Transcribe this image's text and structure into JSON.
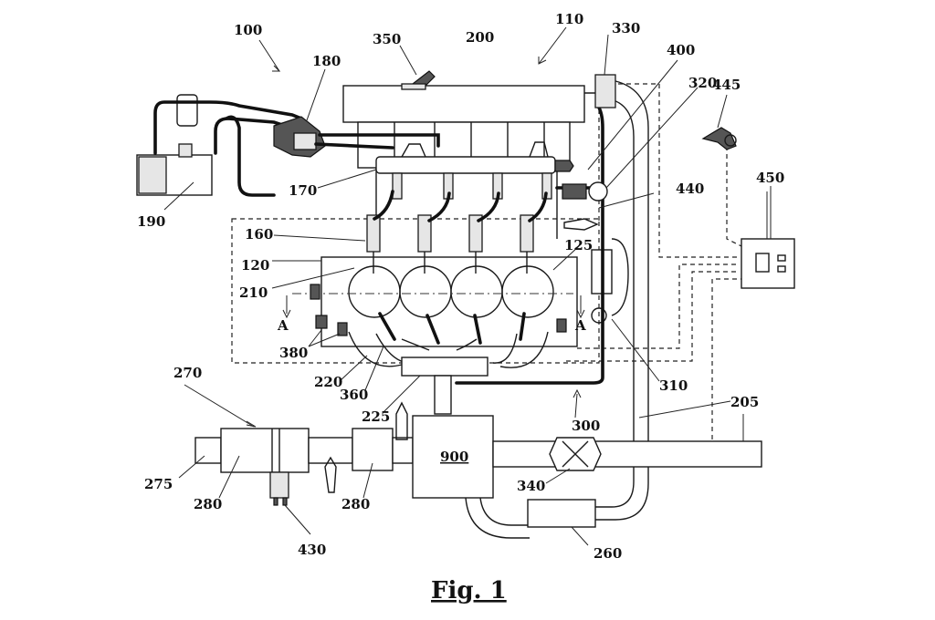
{
  "figure": {
    "caption": "Fig. 1"
  },
  "labels": {
    "l100": "100",
    "l110": "110",
    "l120": "120",
    "l125": "125",
    "l160": "160",
    "l170": "170",
    "l180": "180",
    "l190": "190",
    "l200": "200",
    "l205": "205",
    "l210": "210",
    "l220": "220",
    "l225": "225",
    "l260": "260",
    "l270": "270",
    "l275": "275",
    "l280a": "280",
    "l280b": "280",
    "l300": "300",
    "l310": "310",
    "l320": "320",
    "l330": "330",
    "l340": "340",
    "l350": "350",
    "l360": "360",
    "l380": "380",
    "l400": "400",
    "l430": "430",
    "l440": "440",
    "l445": "445",
    "l450": "450",
    "l900": "900",
    "sectionA_left": "A",
    "sectionA_right": "A"
  }
}
